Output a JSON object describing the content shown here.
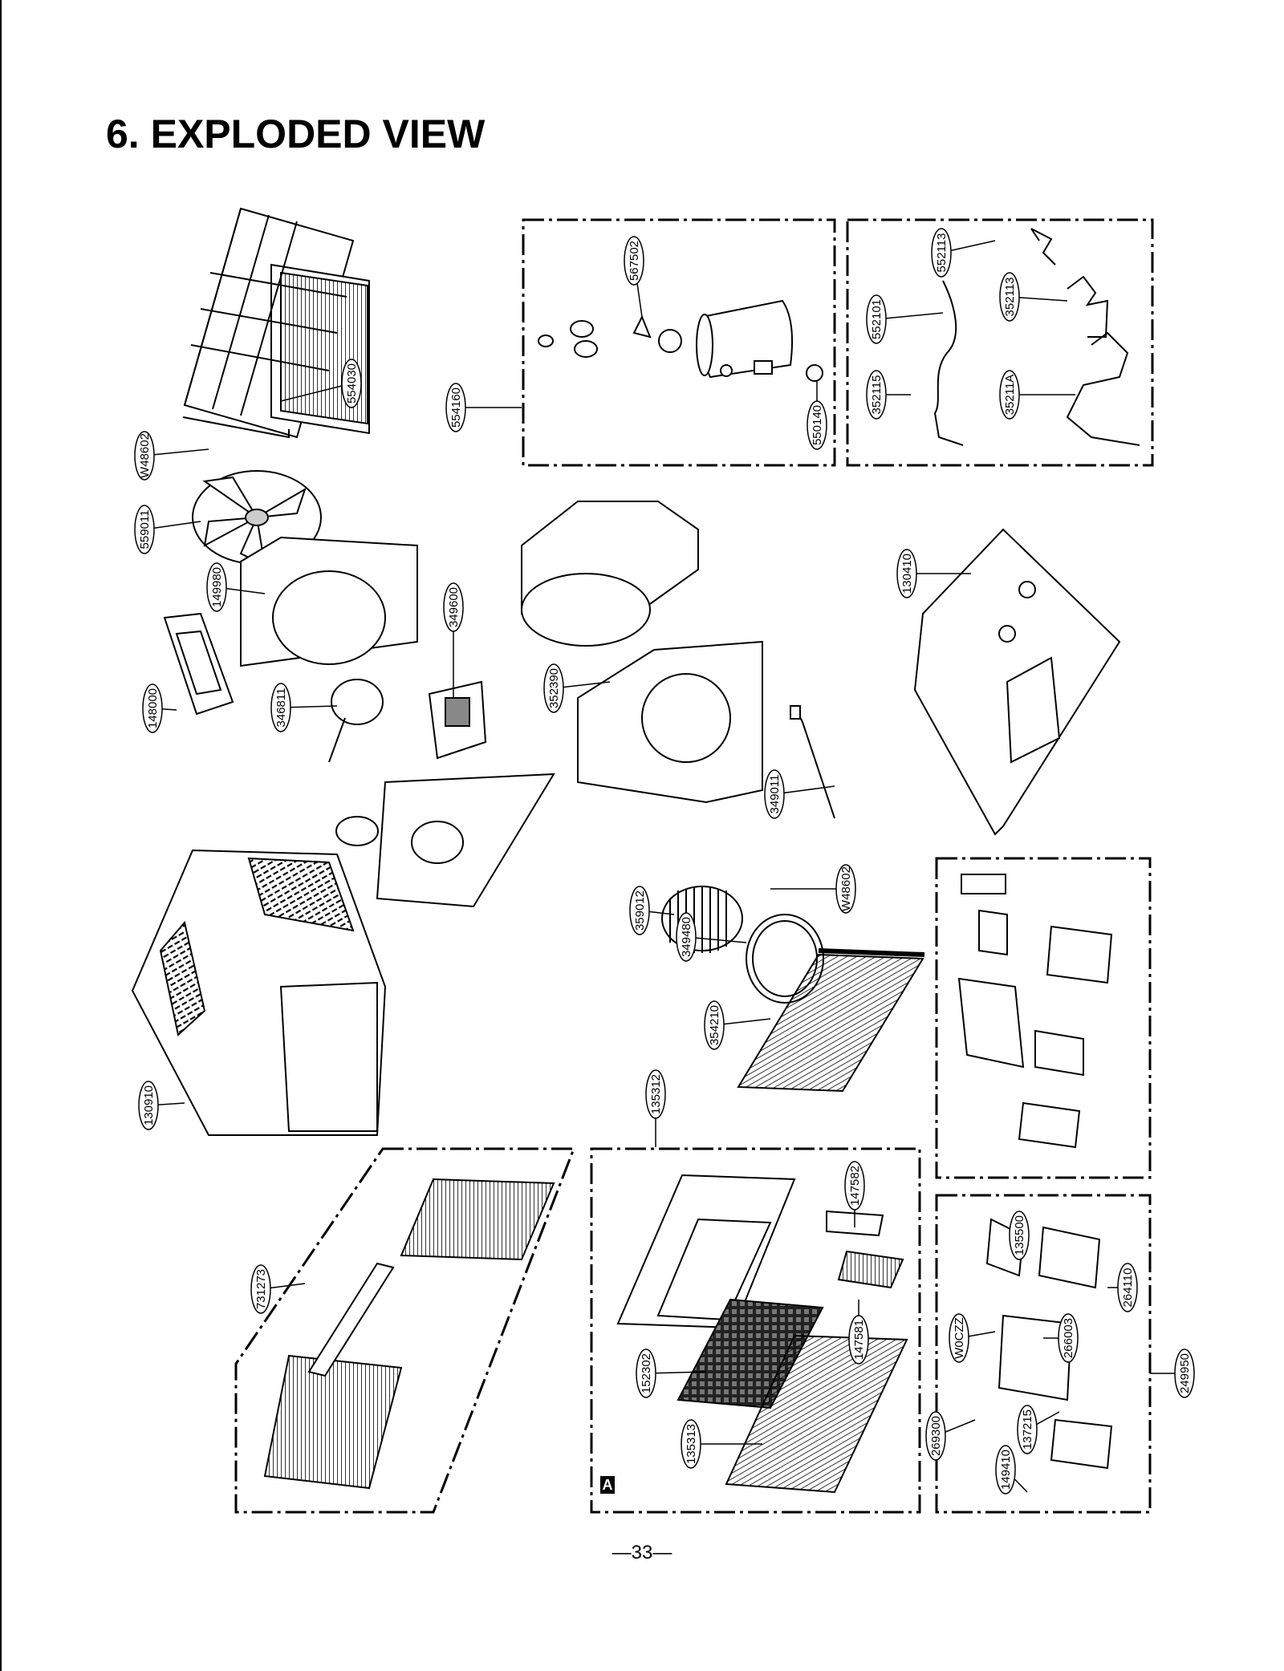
{
  "page": {
    "title": "6. EXPLODED VIEW",
    "page_number": "—33—"
  },
  "parts": {
    "p554030": "554030",
    "p554160": "554160",
    "p567502": "567502",
    "p550140": "550140",
    "p552113": "552113",
    "p352113": "352113",
    "p552101": "552101",
    "p352115": "352115",
    "p35211A": "35211A",
    "pW48602a": "W48602",
    "p559011": "559011",
    "p149980": "149980",
    "p349600": "349600",
    "p148000": "148000",
    "p346811": "346811",
    "p352390": "352390",
    "p130410": "130410",
    "p349011": "349011",
    "p359012": "359012",
    "pW48602b": "W48602",
    "p349480": "349480",
    "p354210": "354210",
    "p130910": "130910",
    "p135312": "135312",
    "p731273": "731273",
    "p147582": "147582",
    "p147581": "147581",
    "p152302": "152302",
    "p135313": "135313",
    "p135500": "135500",
    "p264110": "264110",
    "pW0CZZ": "W0CZZ",
    "p266003": "266003",
    "p249950": "249950",
    "p269300": "269300",
    "p137215": "137215",
    "p149410": "149410"
  },
  "detail_marker": "A"
}
